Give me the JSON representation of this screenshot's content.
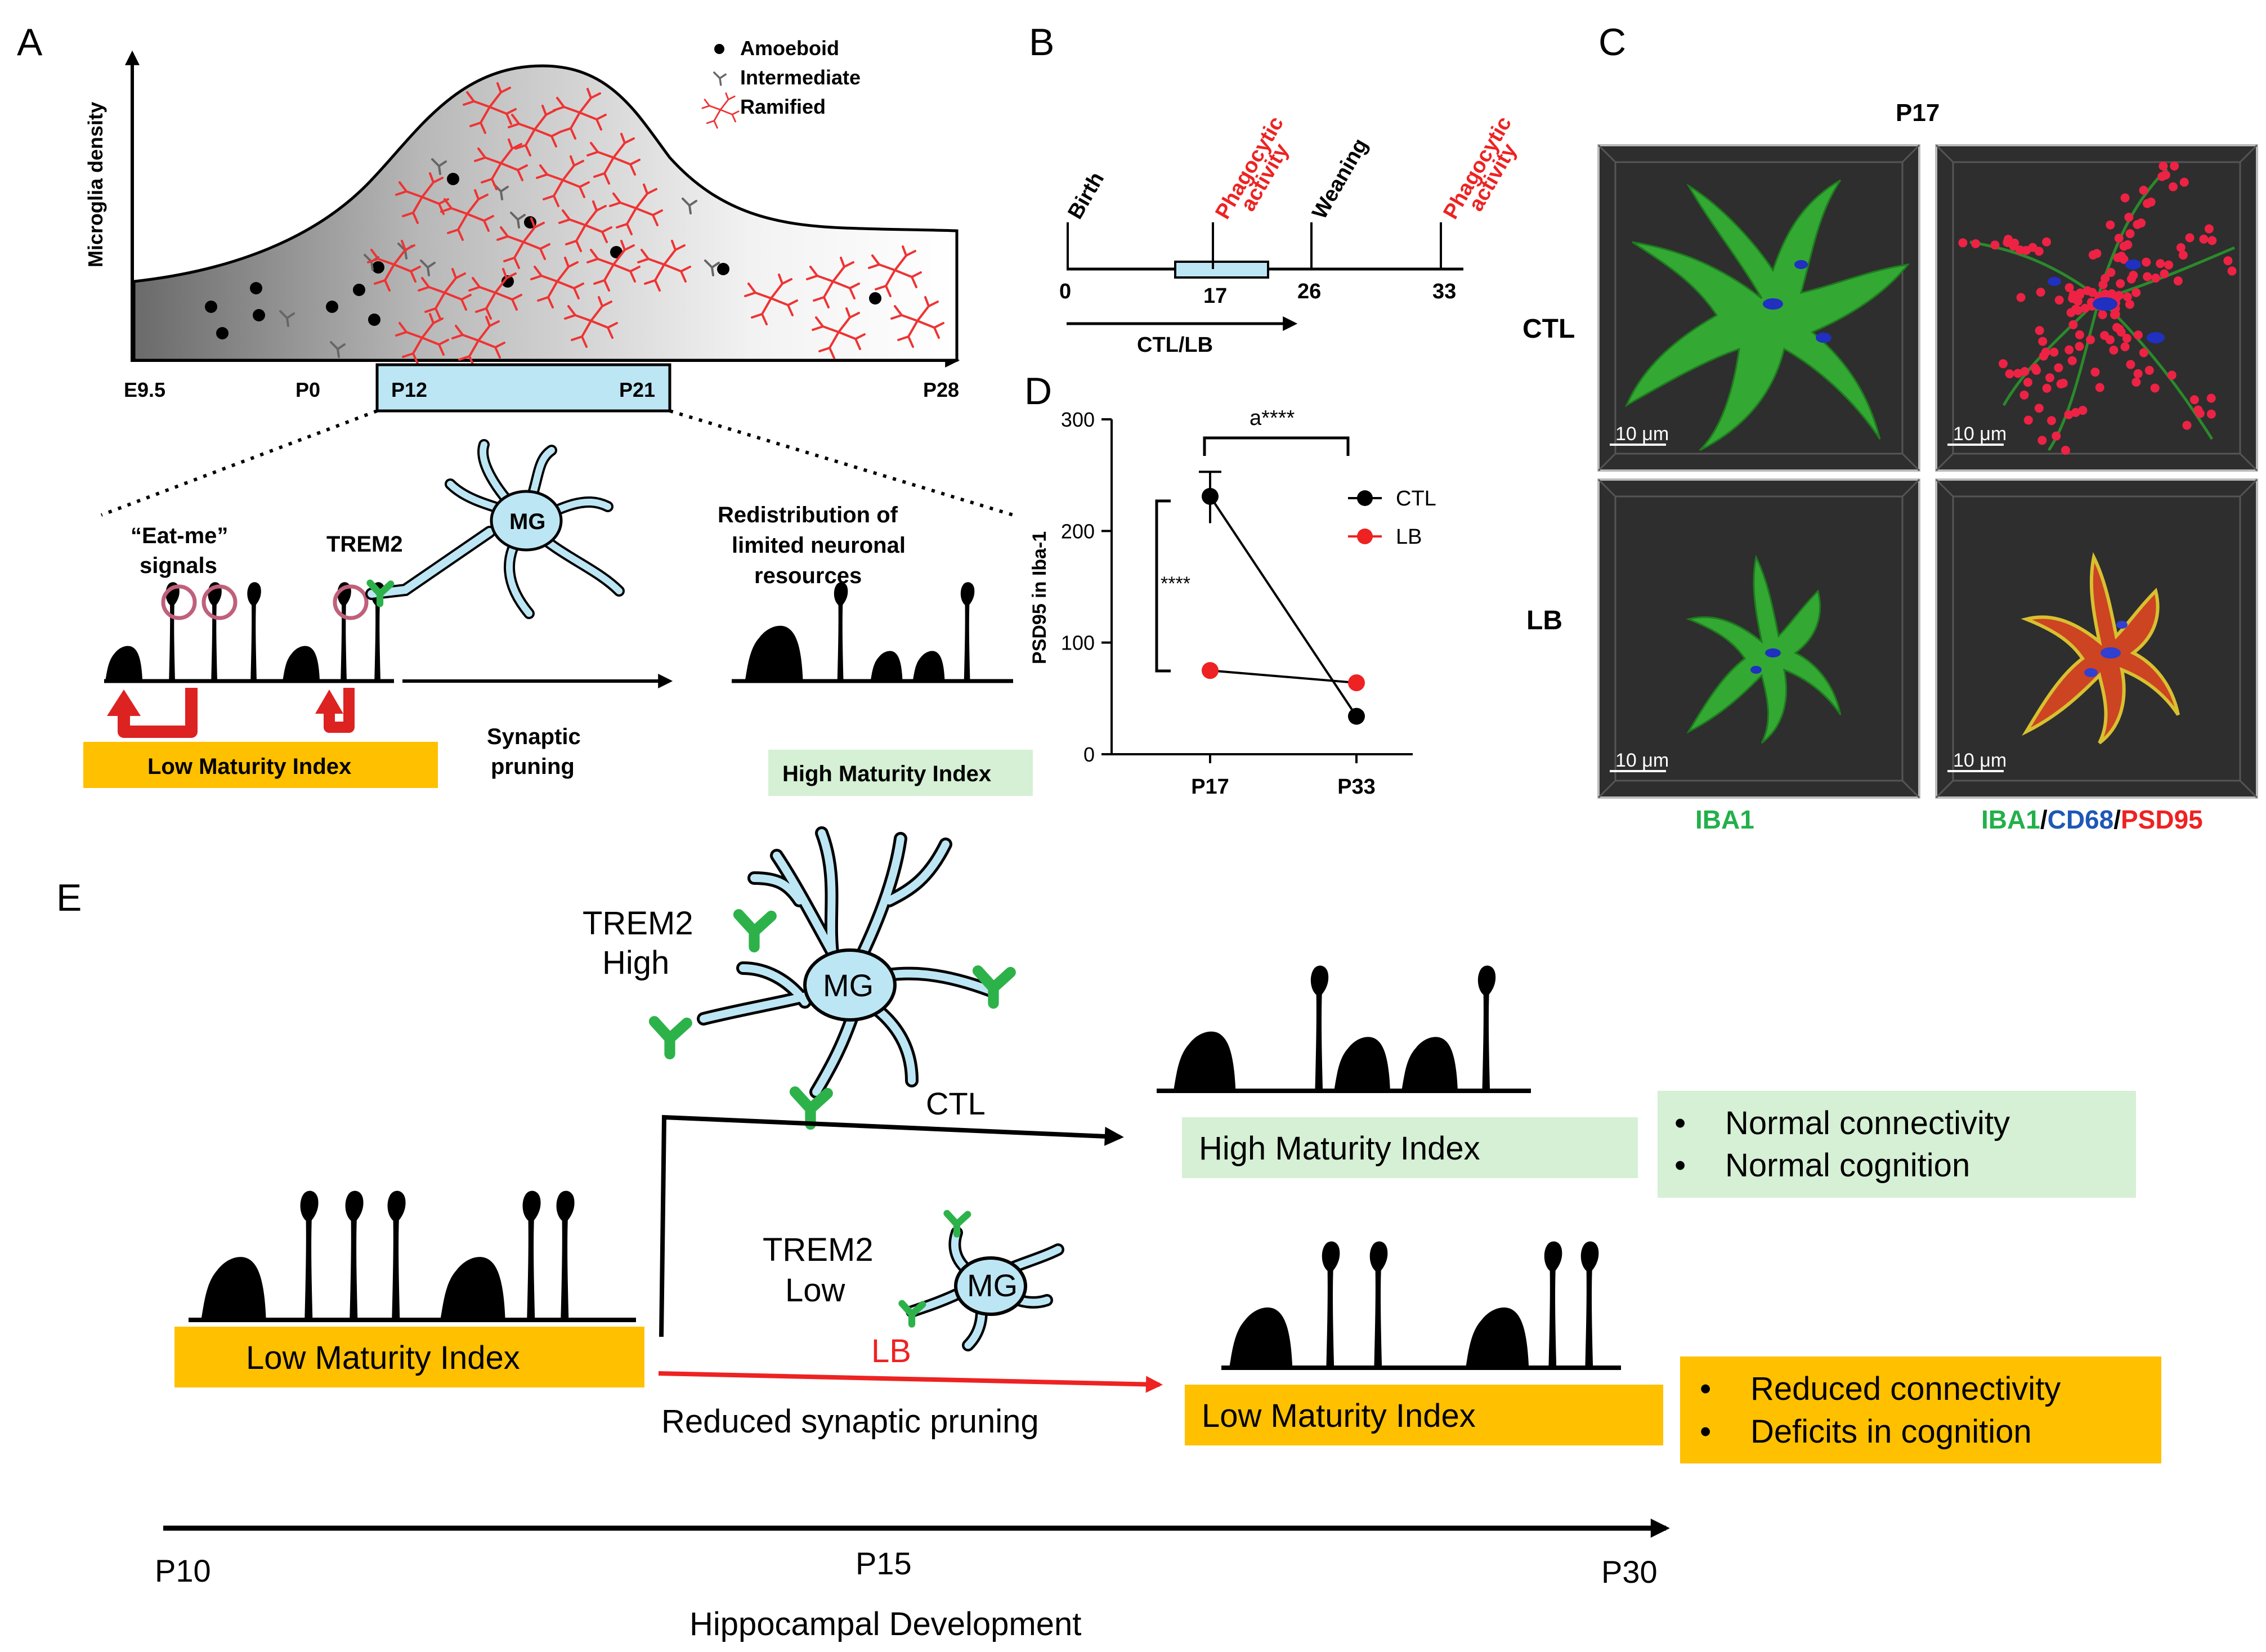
{
  "colors": {
    "orange": "#FFC000",
    "light_green": "#D5F0D4",
    "light_blue": "#BDE6F4",
    "red": "#EE2222",
    "green_text": "#22B04B",
    "blue_text": "#1F57B5",
    "trem2_green": "#2DB24A",
    "panel_bg": "#2E2E2E"
  },
  "panel_a": {
    "letter": "A",
    "y_label": "Microglia density",
    "ticks": [
      "E9.5",
      "P0",
      "P12",
      "P21",
      "P28"
    ],
    "legend": [
      "Amoeboid",
      "Intermediate",
      "Ramified"
    ],
    "eat_me": "“Eat-me”",
    "signals": "signals",
    "trem2": "TREM2",
    "mg": "MG",
    "redistribution": [
      "Redistribution of",
      "limited neuronal",
      "resources"
    ],
    "synaptic_pruning": [
      "Synaptic",
      "pruning"
    ],
    "low_index": "Low Maturity Index",
    "high_index": "High Maturity Index"
  },
  "panel_b": {
    "letter": "B",
    "events": [
      "Birth",
      "Phagocytic",
      "activity",
      "Weaning",
      "Phagocytic",
      "activity"
    ],
    "ticks": [
      "0",
      "17",
      "26",
      "33"
    ],
    "arrow_label": "CTL/LB"
  },
  "panel_c": {
    "letter": "C",
    "title": "P17",
    "rows": [
      "CTL",
      "LB"
    ],
    "scale": "10 μm",
    "col1_label": "IBA1",
    "col2_iba1": "IBA1",
    "col2_sep1": "/",
    "col2_cd68": "CD68",
    "col2_sep2": "/",
    "col2_psd95": "PSD95"
  },
  "panel_e": {
    "letter": "E",
    "trem2_high": [
      "TREM2",
      "High"
    ],
    "trem2_low": [
      "TREM2",
      "Low"
    ],
    "mg": "MG",
    "ctl": "CTL",
    "lb": "LB",
    "reduced_pruning": "Reduced synaptic pruning",
    "low_index": "Low Maturity Index",
    "high_index": "High Maturity Index",
    "ctl_outcomes": [
      "Normal connectivity",
      "Normal cognition"
    ],
    "lb_outcomes": [
      "Reduced connectivity",
      "Deficits in cognition"
    ],
    "bullet": "•",
    "timeline": [
      "P10",
      "P15",
      "P30"
    ],
    "timeline_label": "Hippocampal Development"
  },
  "chart_data": {
    "type": "line",
    "panel": "D",
    "categories": [
      "P17",
      "P33"
    ],
    "ylabel": "PSD95 in Iba-1",
    "ylim": [
      0,
      300
    ],
    "yticks": [
      0,
      100,
      200,
      300
    ],
    "series": [
      {
        "name": "CTL",
        "color": "#000000",
        "values": [
          231,
          34
        ],
        "error_upper": [
          253,
          null
        ],
        "error_lower": [
          207,
          null
        ]
      },
      {
        "name": "LB",
        "color": "#EE2222",
        "values": [
          75,
          64
        ]
      }
    ],
    "annotations": [
      "a****",
      "****"
    ],
    "legend_position": "right"
  }
}
